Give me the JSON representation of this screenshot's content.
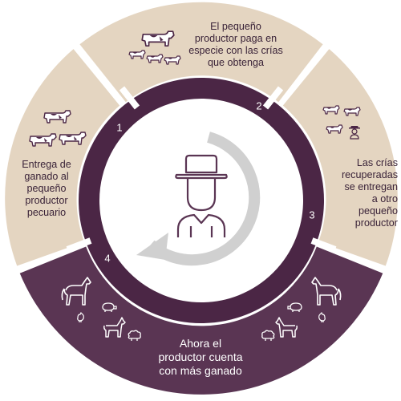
{
  "steps": [
    {
      "number": "1",
      "lines": [
        "Entrega de",
        "ganado al",
        "pequeño",
        "productor",
        "pecuario"
      ]
    },
    {
      "number": "2",
      "lines": [
        "El pequeño",
        "productor paga en",
        "especie con las crías",
        "que obtenga"
      ]
    },
    {
      "number": "3",
      "lines": [
        "Las crías",
        "recuperadas",
        "se entregan",
        "a otro",
        "pequeño",
        "productor"
      ]
    },
    {
      "number": "4",
      "lines": [
        "Ahora el",
        "productor cuenta",
        "con más ganado"
      ]
    }
  ],
  "colors": {
    "beige": "#e4d5c1",
    "purple": "#5a3553",
    "dark_ring": "#4b2645",
    "icon": "#4b2645",
    "arrow": "#cfcfcf",
    "farmer": "#5a3553"
  },
  "icons": [
    "cow-icon",
    "calf-icon",
    "farmer-icon",
    "horse-icon",
    "goat-icon",
    "pig-icon",
    "sheep-icon",
    "chicken-icon",
    "cycle-arrow-icon"
  ]
}
